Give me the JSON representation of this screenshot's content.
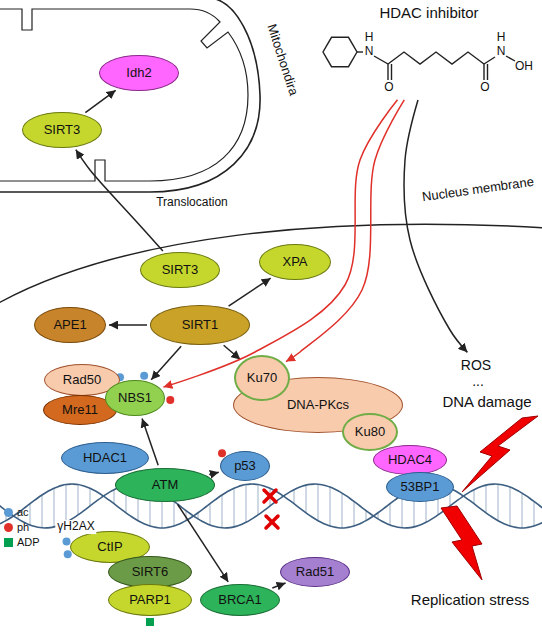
{
  "diagram": {
    "nodes": [
      {
        "text": [
          "Mitochondira"
        ]
      },
      {
        "text": [
          "Idh2"
        ],
        "in": 0
      },
      {
        "text": [
          "SIRT3"
        ],
        "in": 0
      },
      {
        "text": [
          "HDAC inhibitor"
        ]
      },
      {
        "text": [
          "SIRT3"
        ]
      },
      {
        "text": [
          "XPA"
        ]
      },
      {
        "text": [
          "APE1"
        ]
      },
      {
        "text": [
          "SIRT1"
        ]
      },
      {
        "text": [
          "ROS"
        ]
      },
      {
        "text": [
          "Rad50"
        ]
      },
      {
        "text": [
          "Mre11"
        ]
      },
      {
        "text": [
          "NBS1"
        ]
      },
      {
        "text": [
          "DNA-PKcs"
        ]
      },
      {
        "text": [
          "Ku70"
        ]
      },
      {
        "text": [
          "Ku80"
        ]
      },
      {
        "text": [
          "HDAC1"
        ]
      },
      {
        "text": [
          "ATM"
        ]
      },
      {
        "text": [
          "p53"
        ]
      },
      {
        "text": [
          "HDAC4"
        ]
      },
      {
        "text": [
          "53BP1"
        ]
      },
      {
        "text": [
          "CtIP"
        ]
      },
      {
        "text": [
          "SIRT6"
        ]
      },
      {
        "text": [
          "PARP1"
        ]
      },
      {
        "text": [
          "BRCA1"
        ]
      },
      {
        "text": [
          "Rad51"
        ]
      }
    ],
    "edges": [
      {
        "from": 4,
        "to": 2,
        "label": "Translocation",
        "arrow": "to"
      },
      {
        "from": 2,
        "to": 1,
        "arrow": "to"
      },
      {
        "from": 7,
        "to": 5,
        "arrow": "to"
      },
      {
        "from": 7,
        "to": 6,
        "arrow": "to"
      },
      {
        "from": 7,
        "to": 11,
        "arrow": "to"
      },
      {
        "from": 7,
        "to": 13,
        "arrow": "to"
      },
      {
        "from": 3,
        "to": 11,
        "arrow": "to"
      },
      {
        "from": 3,
        "to": 13,
        "arrow": "to"
      },
      {
        "from": 3,
        "to": 8,
        "arrow": "to"
      },
      {
        "from": 16,
        "to": 11,
        "arrow": "to"
      },
      {
        "from": 16,
        "to": 17,
        "arrow": "to"
      },
      {
        "from": 16,
        "to": 23,
        "arrow": "to"
      },
      {
        "from": 23,
        "to": 24,
        "arrow": "to"
      }
    ],
    "labels": [
      "Nucleus membrane",
      "N",
      "H",
      "O",
      "O",
      "N",
      "H",
      "OH",
      "γH2AX",
      "...",
      "DNA damage",
      "Replication stress"
    ],
    "legend": [
      {
        "text": "ac",
        "color": "#5b9bd5"
      },
      {
        "text": "ph",
        "color": "#e0302a"
      },
      {
        "text": "ADP",
        "color": "#00a050"
      }
    ]
  }
}
